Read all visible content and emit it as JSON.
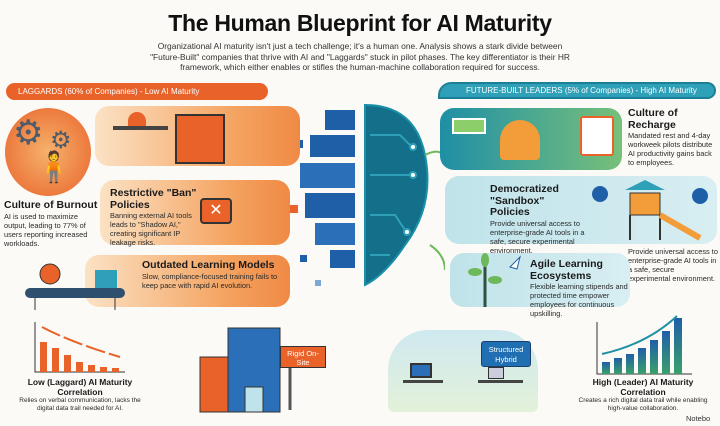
{
  "title": "The Human Blueprint for AI Maturity",
  "subtitle": "Organizational AI maturity isn't just a tech challenge; it's a human one. Analysis shows a stark divide between \"Future-Built\" companies that thrive with AI and \"Laggards\" stuck in pilot phases. The key differentiator is their HR framework, which either enables or stifles the human-machine collaboration required for success.",
  "laggards": {
    "banner": "LAGGARDS (60% of Companies) - Low AI Maturity",
    "burnout": {
      "title": "Culture of Burnout",
      "text": "AI is used to maximize output, leading to 77% of users reporting increased workloads."
    },
    "ban": {
      "title": "Restrictive \"Ban\" Policies",
      "text": "Banning external AI tools leads to \"Shadow AI,\" creating significant IP leakage risks."
    },
    "learning": {
      "title": "Outdated Learning Models",
      "text": "Slow, compliance-focused training fails to keep pace with rapid AI evolution."
    },
    "office_sign": "Rigid On-Site",
    "correlation": {
      "title": "Low (Laggard) AI Maturity Correlation",
      "text": "Relies on verbal communication, lacks the digital data trail needed for AI."
    }
  },
  "leaders": {
    "banner": "FUTURE-BUILT LEADERS (5% of Companies) - High AI Maturity",
    "recharge": {
      "title": "Culture of Recharge",
      "text": "Mandated rest and 4-day workweek pilots distribute AI productivity gains back to employees."
    },
    "sandbox": {
      "title": "Democratized \"Sandbox\" Policies",
      "text": "Provide universal access to enterprise-grade AI tools in a safe, secure experimental environment."
    },
    "sandbox_note": "Provide universal access to enterprise-grade AI tools in a safe, secure experimental environment.",
    "learning": {
      "title": "Agile Learning Ecosystems",
      "text": "Flexible learning stipends and protected time empower employees for continuous upskilling."
    },
    "office_sign": "Structured Hybrid",
    "correlation": {
      "title": "High (Leader) AI Maturity Correlation",
      "text": "Creates a rich digital data trail while enabling high-value collaboration."
    }
  },
  "watermark": "Notebo",
  "colors": {
    "orange": "#e8622a",
    "teal": "#2ea1b8",
    "blue": "#1f5fa8",
    "green": "#6cb85a"
  }
}
